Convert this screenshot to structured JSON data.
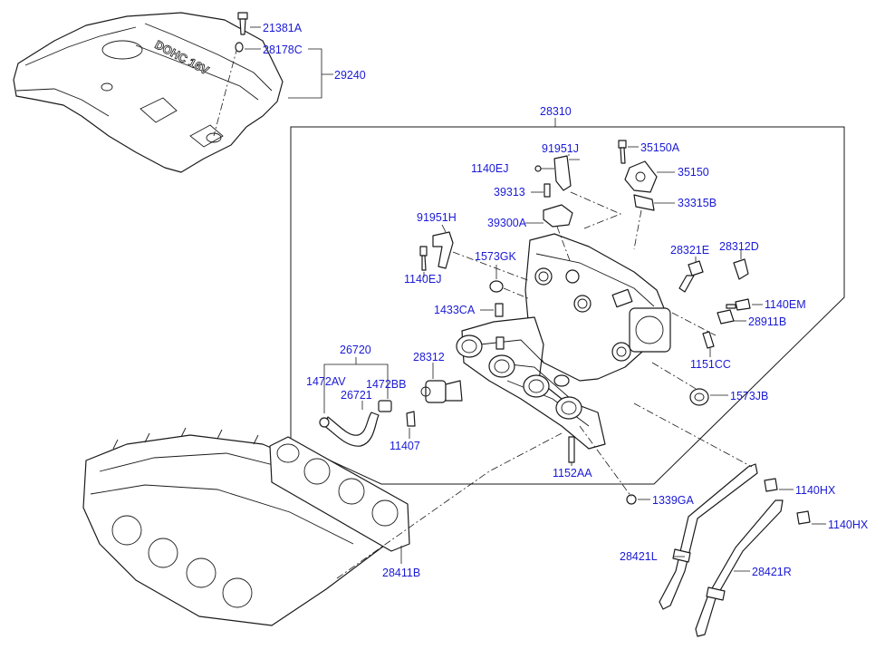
{
  "diagram": {
    "embossed_text": "DOHC 16V",
    "label_color": "#1a1ad6",
    "labels": {
      "l21381A": "21381A",
      "l28178C": "28178C",
      "l29240": "29240",
      "l28310": "28310",
      "l91951J": "91951J",
      "l35150A": "35150A",
      "l1140EJ_top": "1140EJ",
      "l35150": "35150",
      "l39313": "39313",
      "l33315B": "33315B",
      "l39300A": "39300A",
      "l91951H": "91951H",
      "l28321E": "28321E",
      "l28312D": "28312D",
      "l1573GK": "1573GK",
      "l1140EJ_left": "1140EJ",
      "l1140EM": "1140EM",
      "l1433CA": "1433CA",
      "l28911B": "28911B",
      "l26720": "26720",
      "l28312": "28312",
      "l1151CC": "1151CC",
      "l1472AV": "1472AV",
      "l1472BB": "1472BB",
      "l26721": "26721",
      "l1573JB": "1573JB",
      "l11407": "11407",
      "l1152AA": "1152AA",
      "l1140HX_a": "1140HX",
      "l1339GA": "1339GA",
      "l1140HX_b": "1140HX",
      "l28421L": "28421L",
      "l28421R": "28421R",
      "l28411B": "28411B"
    }
  }
}
